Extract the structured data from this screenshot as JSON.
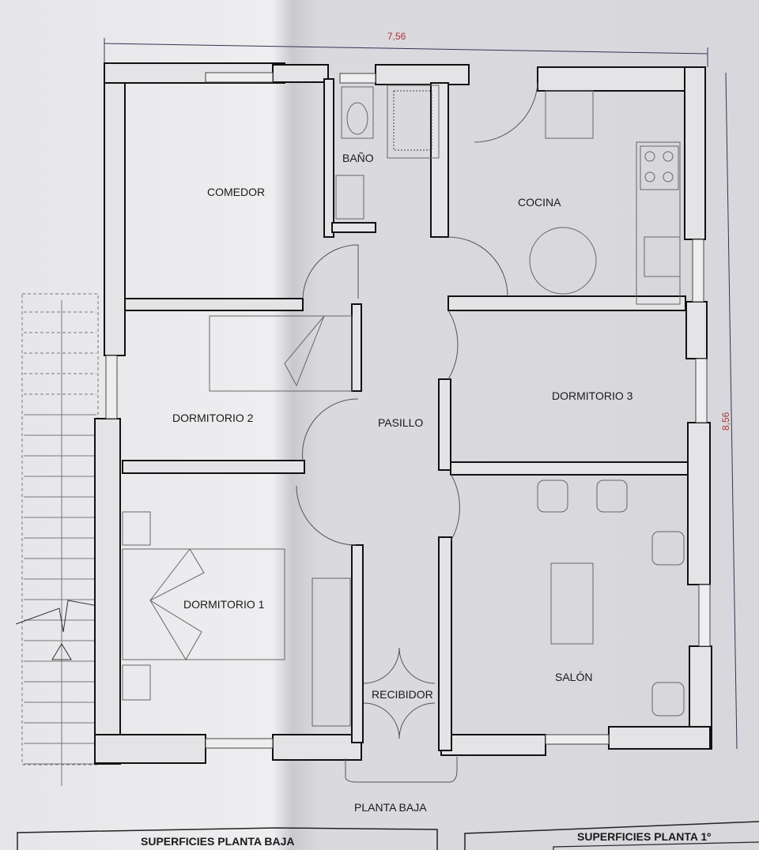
{
  "plan_title": "PLANTA BAJA",
  "dimensions": {
    "width": "7,56",
    "height": "8,56"
  },
  "rooms": {
    "comedor": "COMEDOR",
    "bano": "BAÑO",
    "cocina": "COCINA",
    "dormitorio2": "DORMITORIO 2",
    "pasillo": "PASILLO",
    "dormitorio3": "DORMITORIO 3",
    "dormitorio1": "DORMITORIO 1",
    "salon": "SALÓN",
    "recibidor": "RECIBIDOR"
  },
  "tables": {
    "left_title": "SUPERFICIES PLANTA BAJA",
    "right_title": "SUPERFICIES PLANTA 1º"
  }
}
